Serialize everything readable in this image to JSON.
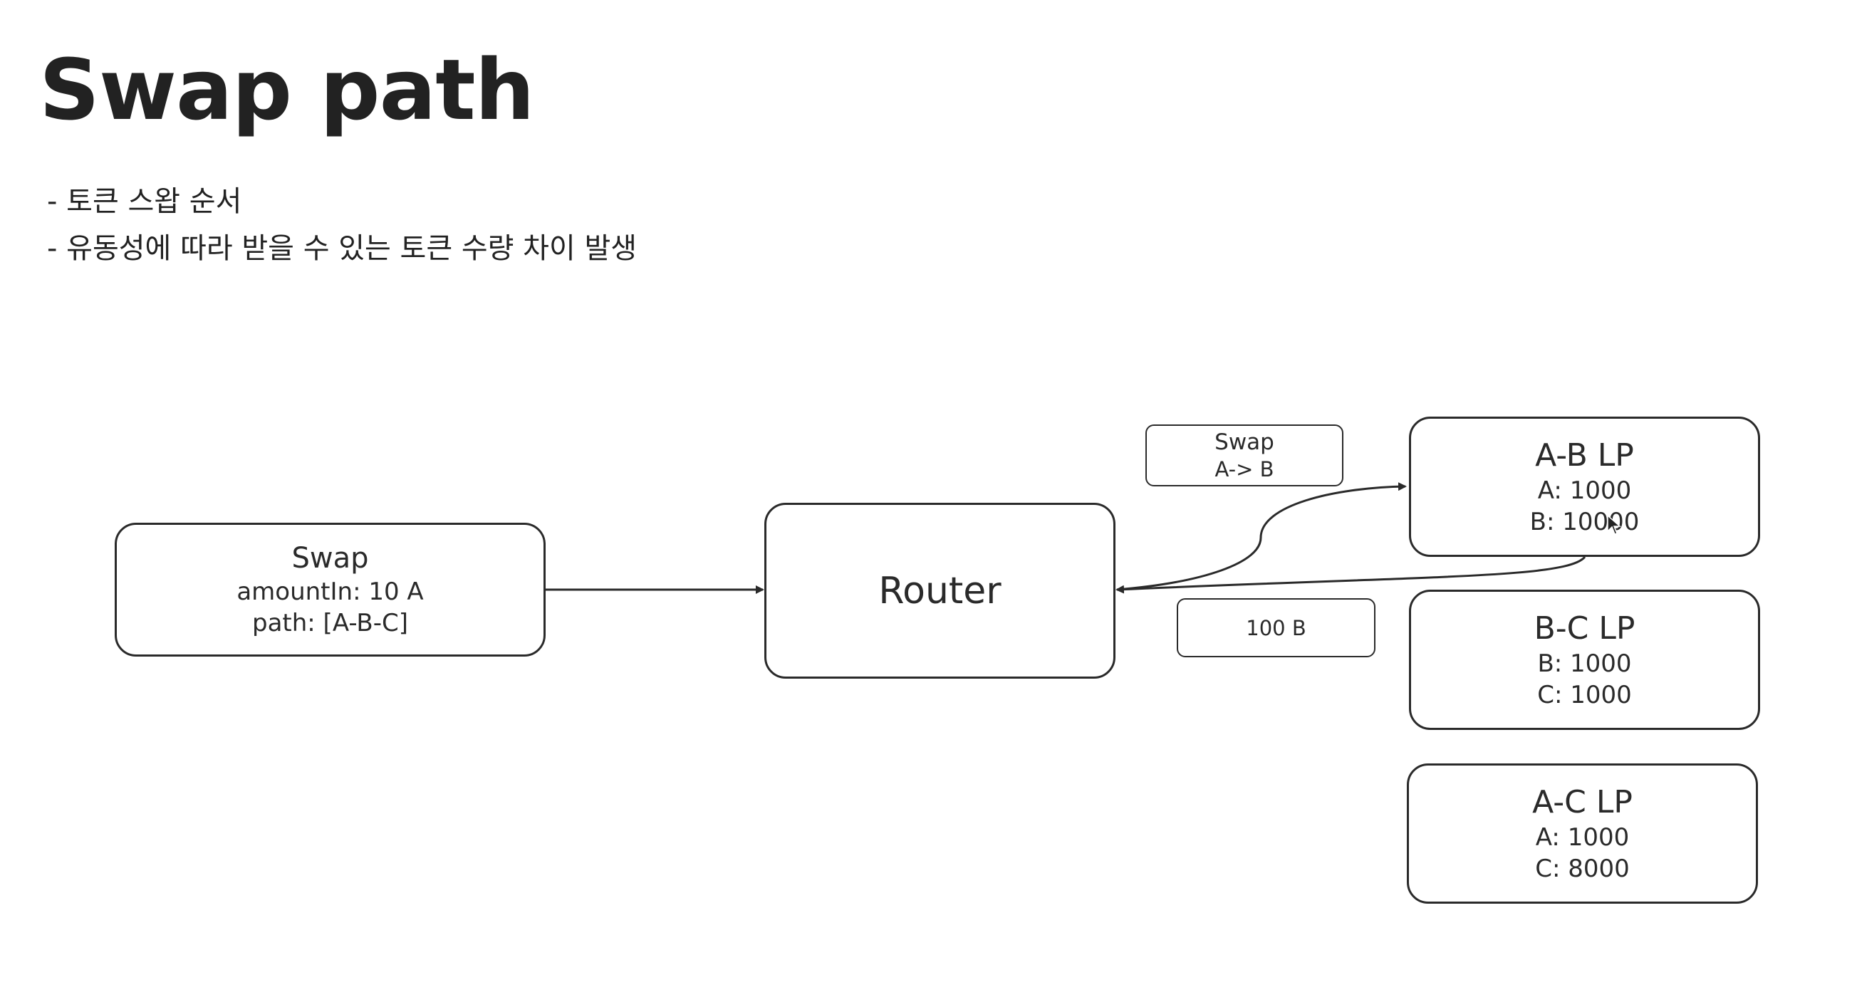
{
  "title": "Swap path",
  "bullets": [
    "- 토큰 스왑 순서",
    "- 유동성에 따라 받을 수 있는 토큰 수량 차이 발생"
  ],
  "swap_box": {
    "title": "Swap",
    "amount_in": "amountIn: 10 A",
    "path": "path: [A-B-C]"
  },
  "router": {
    "label": "Router"
  },
  "swap_label": {
    "title": "Swap",
    "direction": "A-> B"
  },
  "output_label": "100 B",
  "pools": [
    {
      "name": "A-B LP",
      "reserve1": "A: 1000",
      "reserve2": "B: 10000"
    },
    {
      "name": "B-C LP",
      "reserve1": "B: 1000",
      "reserve2": "C: 1000"
    },
    {
      "name": "A-C LP",
      "reserve1": "A: 1000",
      "reserve2": "C: 8000"
    }
  ],
  "colors": {
    "stroke": "#2a2a2a",
    "text": "#222222",
    "background": "#ffffff"
  }
}
